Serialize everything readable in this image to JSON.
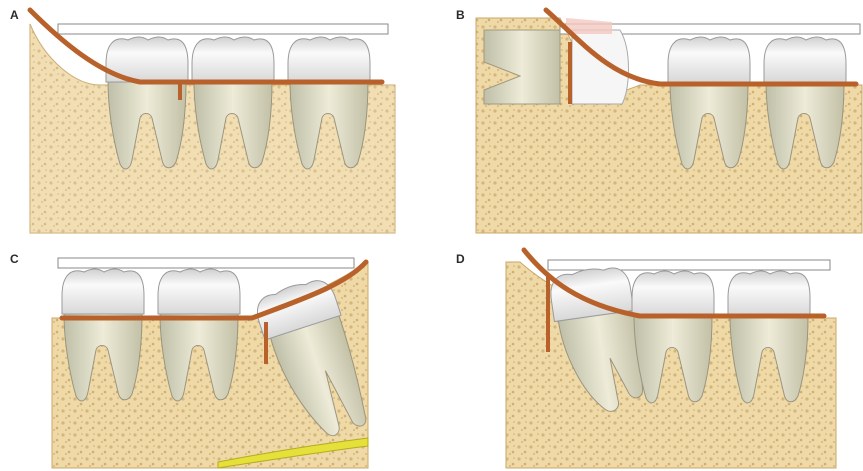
{
  "panels": [
    {
      "label": "A"
    },
    {
      "label": "B"
    },
    {
      "label": "C"
    },
    {
      "label": "D"
    }
  ],
  "colors": {
    "bone": "#efd9a6",
    "bone_pattern": "#c9a66a",
    "incision_line": "#b8612a",
    "tooth_crown": "#e8e8e8",
    "root": "#e2e0c8",
    "bur": "#e6e03a"
  }
}
